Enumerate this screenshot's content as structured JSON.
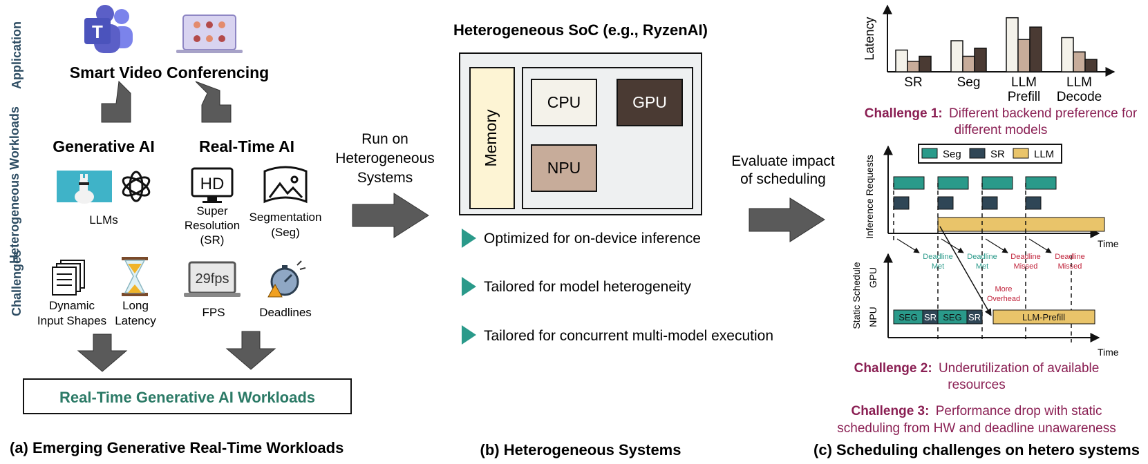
{
  "colors": {
    "teal": "#2a9a8a",
    "slate": "#2f4656",
    "sand": "#e9c46a",
    "cpu": "#f4f2ea",
    "gpu": "#4a3a33",
    "npu": "#c7ac9a",
    "memory": "#fdf4d4",
    "soc": "#eef0f1",
    "maroon": "#8a1f53",
    "section_label": "#2e4d63",
    "workload_green": "#2b7a66",
    "arrow_gray": "#5a5a5a",
    "deadline_met": "#2a9a8a",
    "deadline_missed": "#c0233b"
  },
  "panel_a": {
    "section_labels": {
      "application": "Application",
      "workloads": "Heterogeneous Workloads",
      "challenges": "Challenges"
    },
    "app_title": "Smart Video Conferencing",
    "gen_ai_title": "Generative AI",
    "rt_ai_title": "Real-Time AI",
    "llms": "LLMs",
    "hd_text": "HD",
    "sr_lines": [
      "Super",
      "Resolution",
      "(SR)"
    ],
    "seg_lines": [
      "Segmentation",
      "(Seg)"
    ],
    "dyn_lines": [
      "Dynamic",
      "Input Shapes"
    ],
    "long_lines": [
      "Long",
      "Latency"
    ],
    "fps_badge": "29fps",
    "fps": "FPS",
    "deadlines": "Deadlines",
    "workload_box": "Real-Time Generative AI Workloads",
    "caption": "(a) Emerging Generative Real-Time Workloads"
  },
  "panel_b": {
    "run_lines": [
      "Run on",
      "Heterogeneous",
      "Systems"
    ],
    "title": "Heterogeneous SoC (e.g., RyzenAI)",
    "memory": "Memory",
    "cpu": "CPU",
    "gpu": "GPU",
    "npu": "NPU",
    "bullets": [
      "Optimized for on-device inference",
      "Tailored for model heterogeneity",
      "Tailored for concurrent multi-model execution"
    ],
    "caption": "(b) Heterogeneous Systems"
  },
  "panel_c": {
    "eval_lines": [
      "Evaluate impact",
      "of scheduling"
    ],
    "latency_label": "Latency",
    "challenge1_bold": "Challenge 1:",
    "challenge1_line1": "Different backend preference for",
    "challenge1_line2": "different models",
    "legend": [
      "Seg",
      "SR",
      "LLM"
    ],
    "requests_label": "Inference Requests",
    "static_label": "Static Schedule",
    "time_label": "Time",
    "gpu_label": "GPU",
    "npu_label": "NPU",
    "deadline_labels": [
      [
        "Deadline",
        "Met"
      ],
      [
        "Deadline",
        "Met"
      ],
      [
        "Deadline",
        "Missed"
      ],
      [
        "Deadline",
        "Missed"
      ]
    ],
    "overhead_lines": [
      "More",
      "Overhead"
    ],
    "npu_blocks": [
      "SEG",
      "SR",
      "SEG",
      "SR",
      "LLM-Prefill"
    ],
    "challenge2_bold": "Challenge 2:",
    "challenge2_line1": "Underutilization of available",
    "challenge2_line2": "resources",
    "challenge3_bold": "Challenge 3:",
    "challenge3_line1": "Performance drop with static",
    "challenge3_line2": "scheduling from HW and deadline unawareness",
    "caption": "(c) Scheduling challenges on hetero systems"
  },
  "chart_data": {
    "type": "bar",
    "categories": [
      "SR",
      "Seg",
      "LLM Prefill",
      "LLM Decode"
    ],
    "category_lines": [
      [
        "SR"
      ],
      [
        "Seg"
      ],
      [
        "LLM",
        "Prefill"
      ],
      [
        "LLM",
        "Decode"
      ]
    ],
    "series": [
      {
        "values": [
          0.35,
          0.5,
          0.87,
          0.55
        ],
        "color": "#f4f2ea"
      },
      {
        "values": [
          0.17,
          0.25,
          0.52,
          0.32
        ],
        "color": "#c7ac9a"
      },
      {
        "values": [
          0.25,
          0.38,
          0.72,
          0.2
        ],
        "color": "#4a3a33"
      }
    ],
    "ylabel": "Latency",
    "ylim": [
      0,
      1
    ],
    "grid": false,
    "legend": "none"
  }
}
